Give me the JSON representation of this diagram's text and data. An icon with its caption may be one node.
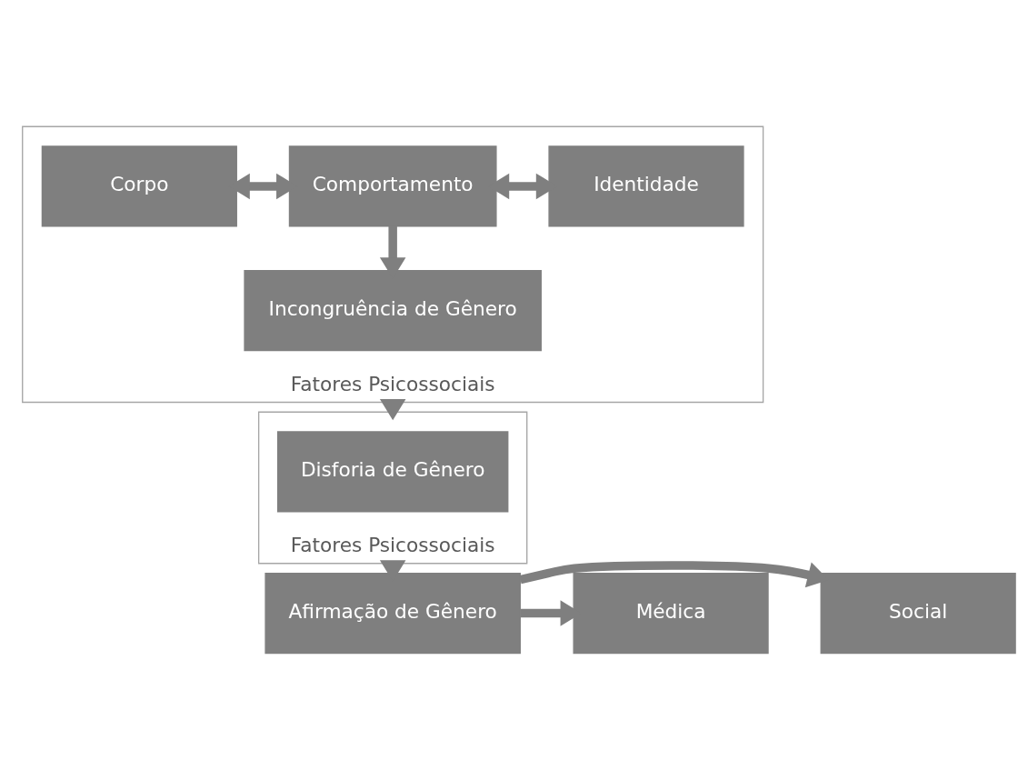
{
  "diagram": {
    "nodes": [
      {
        "text": [
          "Fatores Psicossociais"
        ]
      },
      {
        "text": [
          "Corpo"
        ],
        "in": 0
      },
      {
        "text": [
          "Comportamento"
        ],
        "in": 0
      },
      {
        "text": [
          "Identidade"
        ],
        "in": 0
      },
      {
        "text": [
          "Incongruência de Gênero"
        ],
        "in": 0
      },
      {
        "text": [
          "Fatores Psicossociais"
        ]
      },
      {
        "text": [
          "Disforia de Gênero"
        ],
        "in": 5
      },
      {
        "text": [
          "Social"
        ]
      },
      {
        "text": [
          "Afirmação de Gênero"
        ]
      },
      {
        "text": [
          "Médica"
        ]
      }
    ],
    "edges": [
      {
        "from": 1,
        "to": 2,
        "arrow": "both"
      },
      {
        "from": 2,
        "to": 3,
        "arrow": "both"
      },
      {
        "from": 2,
        "to": 4,
        "arrow": "to"
      },
      {
        "from": 0,
        "to": 5,
        "arrow": "to"
      },
      {
        "from": 5,
        "to": 8,
        "arrow": "to"
      },
      {
        "from": 8,
        "to": 7,
        "arrow": "to"
      },
      {
        "from": 8,
        "to": 9,
        "arrow": "to"
      }
    ]
  }
}
